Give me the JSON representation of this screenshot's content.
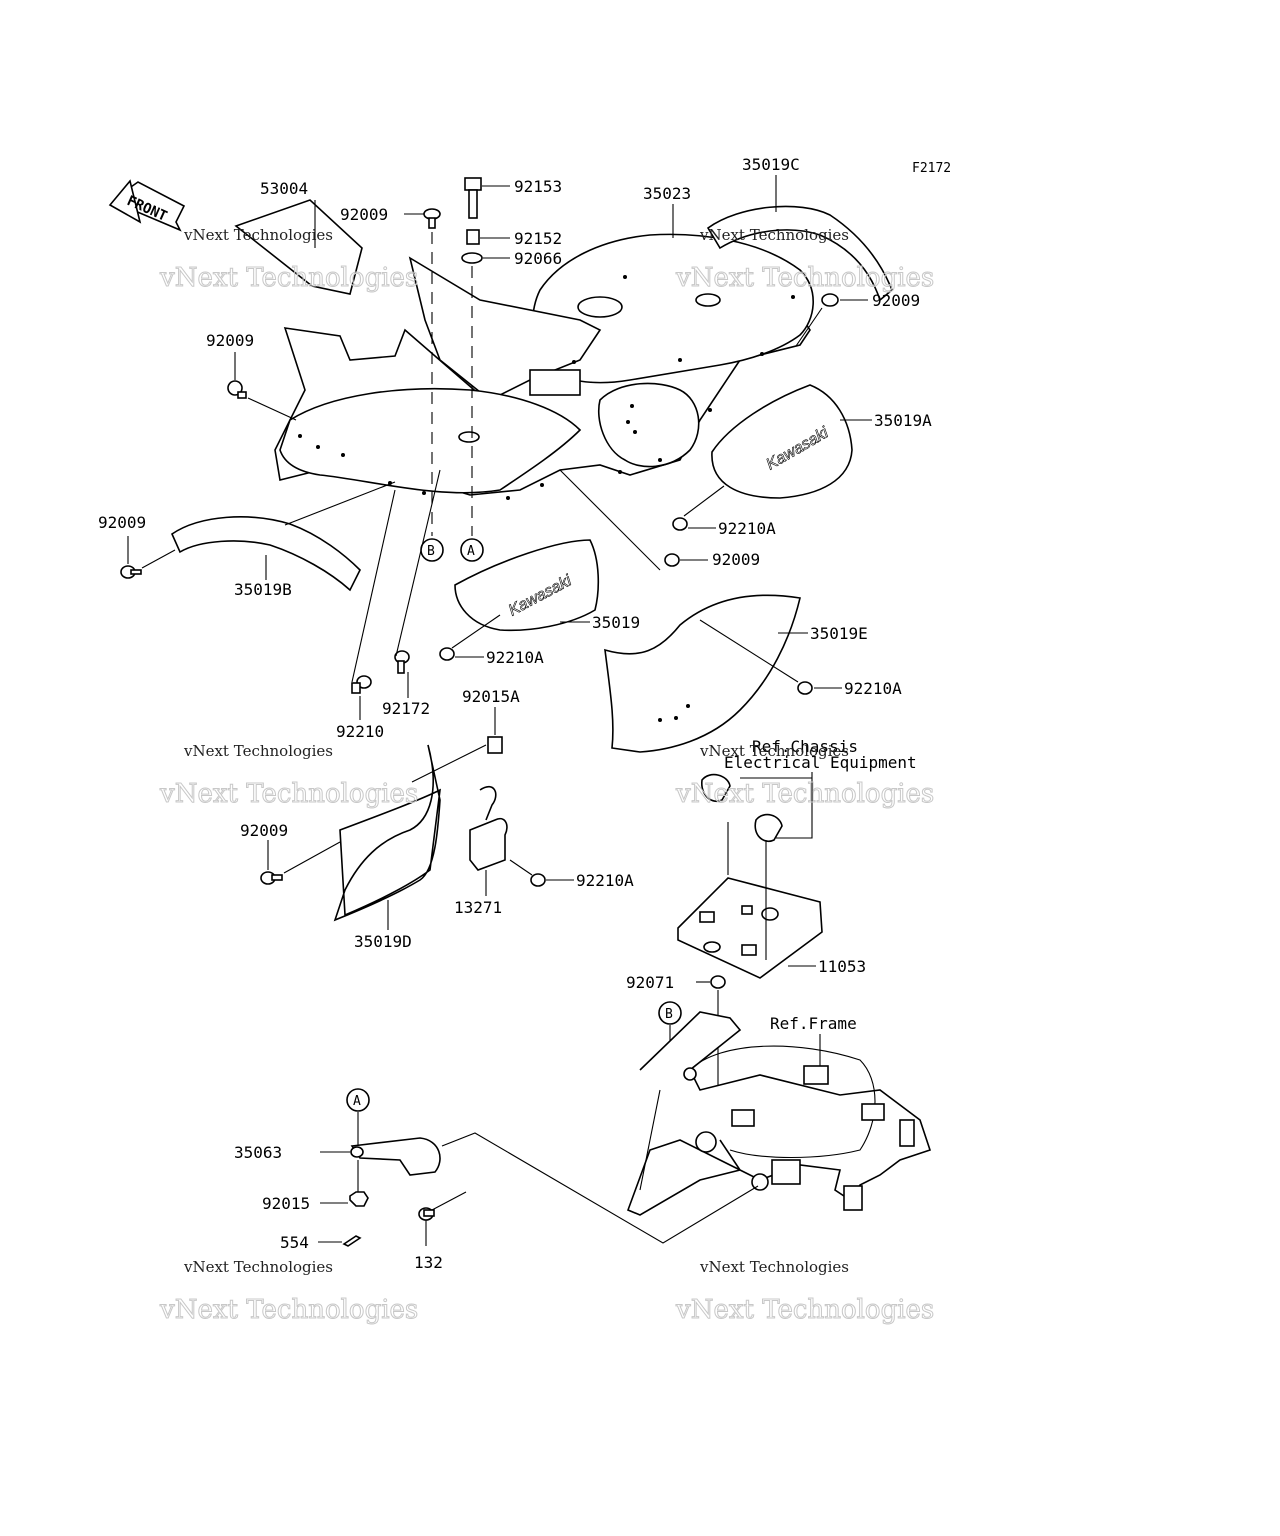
{
  "figure_code": "F2172",
  "front_label": "FRONT",
  "watermark": {
    "line1": "vNext Technologies",
    "line2": "vNext Technologies"
  },
  "references": {
    "chassis_line1": "Ref.Chassis",
    "chassis_line2": "Electrical Equipment",
    "frame": "Ref.Frame"
  },
  "markers": {
    "a": "A",
    "b": "B"
  },
  "parts": {
    "p92153": "92153",
    "p92152": "92152",
    "p92066": "92066",
    "p92009_top": "92009",
    "p53004": "53004",
    "p35023": "35023",
    "p35019C": "35019C",
    "p92009_right": "92009",
    "p92009_left": "92009",
    "p35019A": "35019A",
    "p92210A_1": "92210A",
    "p92009_b": "92009",
    "p92009_c": "92009",
    "p35019B": "35019B",
    "p35019": "35019",
    "p35019E": "35019E",
    "p92210A_2": "92210A",
    "p92210A_3": "92210A",
    "p92210": "92210",
    "p92172": "92172",
    "p92015A": "92015A",
    "p92009_d": "92009",
    "p92210A_4": "92210A",
    "p13271": "13271",
    "p35019D": "35019D",
    "p11053": "11053",
    "p92071": "92071",
    "p35063": "35063",
    "p92015": "92015",
    "p554": "554",
    "p132": "132"
  }
}
